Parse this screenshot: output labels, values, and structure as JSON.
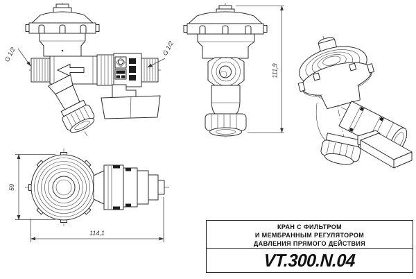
{
  "drawing": {
    "title_lines": [
      "КРАН С ФИЛЬТРОМ",
      "И МЕМБРАННЫМ РЕГУЛЯТОРОМ",
      "ДАВЛЕНИЯ ПРЯМОГО ДЕЙСТВИЯ"
    ],
    "article": "VT.300.N.04"
  },
  "dimensions": {
    "thread_left": "G 1/2",
    "thread_right": "G 1/2",
    "height": "111,9",
    "cap_diameter": "59",
    "length": "114,1"
  },
  "colors": {
    "line": "#2e2e2e",
    "dimension_line": "#444444",
    "background": "#ffffff",
    "text": "#111111"
  }
}
